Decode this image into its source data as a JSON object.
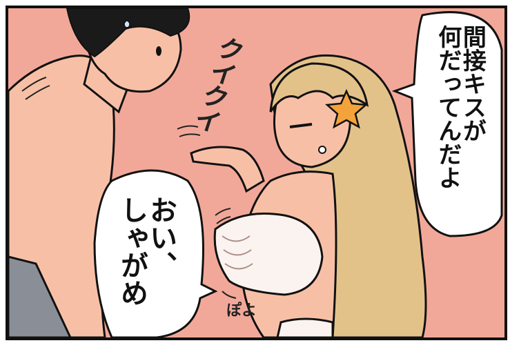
{
  "speech_right": {
    "lines": [
      "間接キスが",
      "何だってんだよ"
    ]
  },
  "speech_left": {
    "lines": [
      "おい、",
      "しゃがめ"
    ]
  },
  "sfx": {
    "kuikui": "クイクイ",
    "poyo": "ぽよ"
  },
  "colors": {
    "background": "#f2a899",
    "skin": "#f7c0a6",
    "hair_blonde": "#e3c28a",
    "hair_dark": "#1a1a1a",
    "star_clip": "#f4a23a",
    "pants": "#8a8e97",
    "outline": "#111111",
    "bubble": "#ffffff"
  },
  "icons": [
    "star-hair-clip-icon"
  ]
}
